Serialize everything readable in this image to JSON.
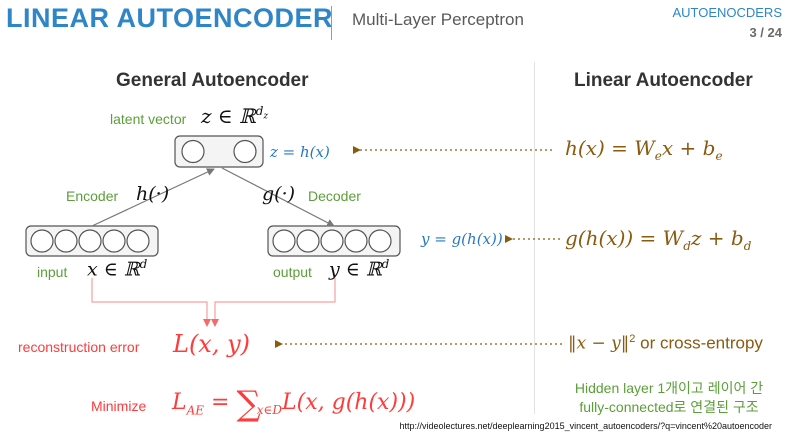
{
  "header": {
    "title": "LINEAR AUTOENCODER",
    "subtitle": "Multi-Layer Perceptron",
    "section": "AUTOENOCDERS",
    "page": "3 / 24"
  },
  "left": {
    "heading": "General Autoencoder",
    "latent_label": "latent vector",
    "latent_math": "z ∈ ℝ",
    "latent_sup": "d",
    "latent_sub": "z",
    "z_eq": "z = h(x)",
    "encoder_label": "Encoder",
    "encoder_math": "h(·)",
    "decoder_label": "Decoder",
    "decoder_math": "g(·)",
    "input_label": "input",
    "input_math": "x ∈ ℝ",
    "input_sup": "d",
    "output_label": "output",
    "output_math": "y ∈ ℝ",
    "output_sup": "d",
    "y_eq": "y = g(h(x))",
    "recon_label": "reconstruction error",
    "recon_math": "L(x, y)",
    "minimize_label": "Minimize",
    "loss_L": "L",
    "loss_sub": "AE",
    "loss_eq": "=",
    "loss_sum": "∑",
    "loss_sum_sub": "x∈D",
    "loss_body": "L(x, g(h(x)))"
  },
  "right": {
    "heading": "Linear Autoencoder",
    "eq1_main": "h(x) = W",
    "eq1_s1": "e",
    "eq1_mid": "x + b",
    "eq1_s2": "e",
    "eq2_main": "g(h(x)) = W",
    "eq2_s1": "d",
    "eq2_mid": "z + b",
    "eq2_s2": "d",
    "norm_math": "‖x − y‖",
    "norm_sup": "2",
    "norm_text": "or cross-entropy",
    "note_line1": "Hidden layer 1개이고 레이어 간",
    "note_line2": "fully-connected로 연결된 구조"
  },
  "footer": "http://videolectures.net/deeplearning2015_vincent_autoencoders/?q=vincent%20autoencoder",
  "colors": {
    "title": "#2e86c8",
    "green": "#5c9e3a",
    "blue": "#2778c4",
    "red": "#ff3b3b",
    "brown": "#8a5a10",
    "arrow_red": "#f4a0a0"
  }
}
